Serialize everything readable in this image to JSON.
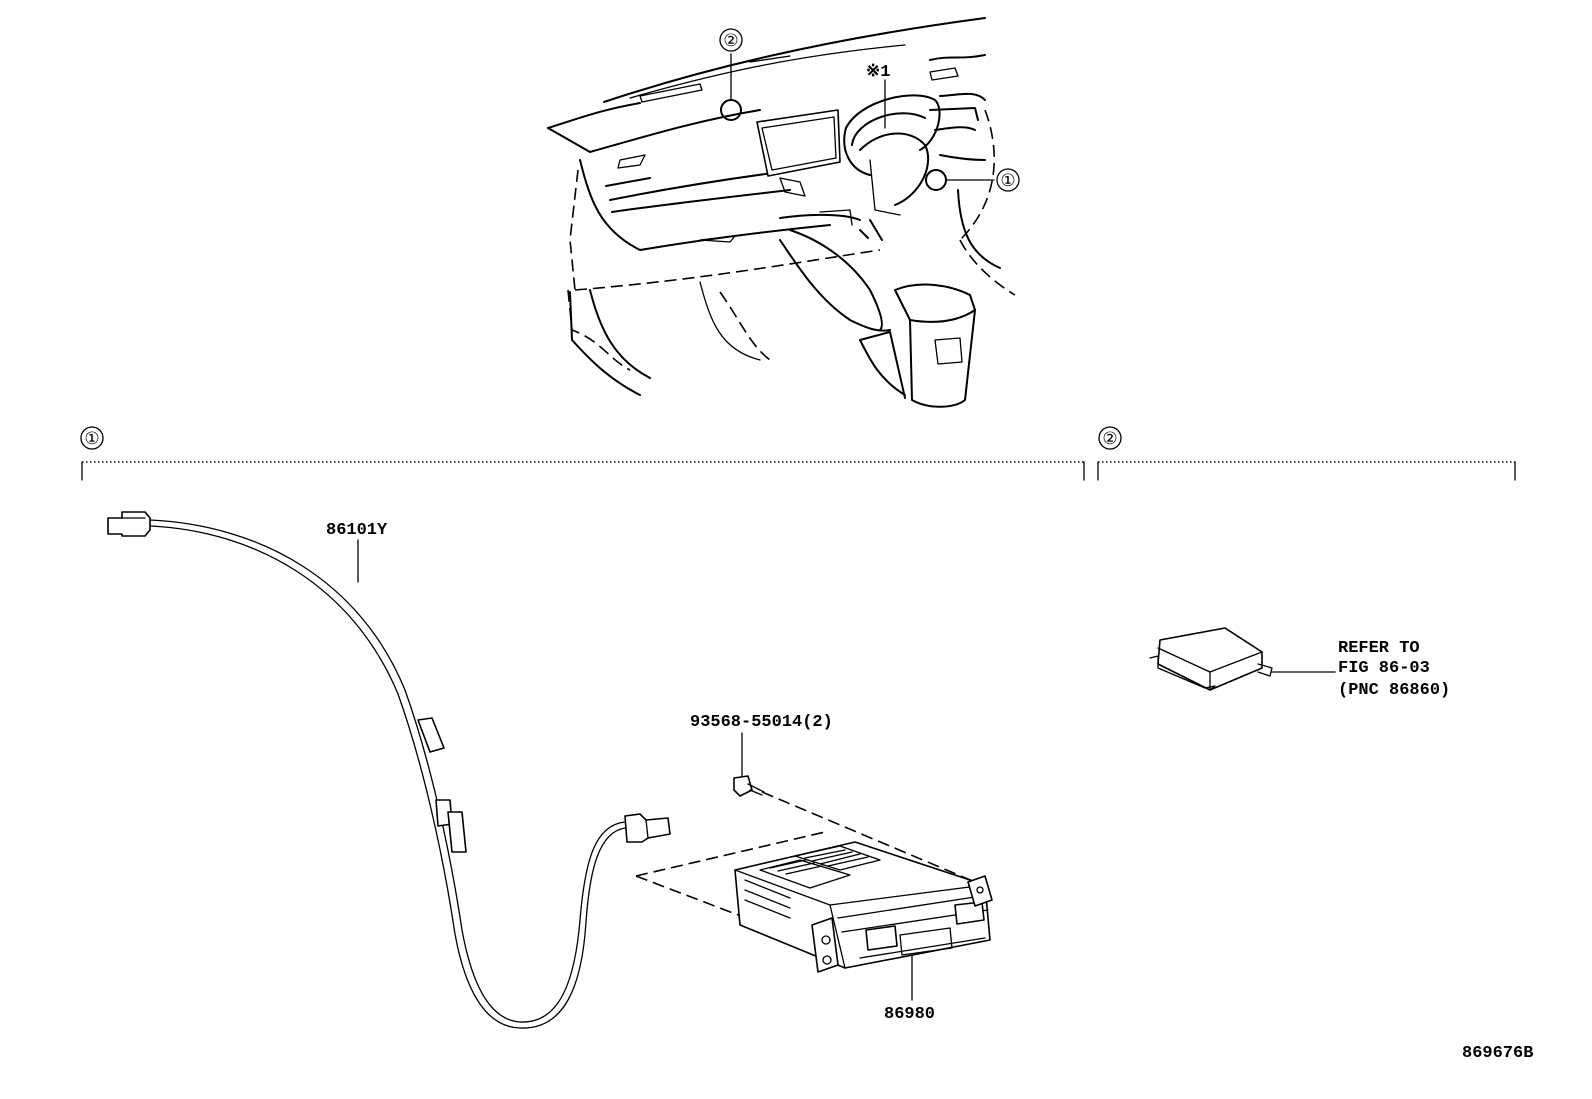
{
  "labels": {
    "callout_1": "①",
    "callout_2": "②",
    "section_1": "①",
    "section_2": "②",
    "note_marker": "※1",
    "part_cable": "86101Y",
    "part_screw": "93568-55014(2)",
    "part_unit": "86980",
    "refer_line1": "REFER TO",
    "refer_line2": "FIG 86-03",
    "refer_line3": "(PNC 86860)",
    "figure_id": "869676B"
  }
}
